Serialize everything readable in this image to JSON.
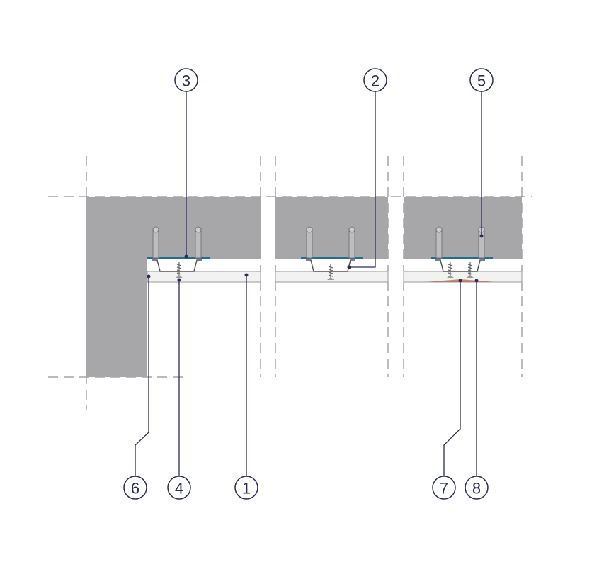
{
  "colors": {
    "concrete": "#a7a7a9",
    "board": "#f0f0f0",
    "strip": "#1f6e9a",
    "leader": "#2b2b5c",
    "dash": "#777777",
    "tape": "#b0603a"
  },
  "callouts": [
    {
      "id": "c1",
      "label": "1"
    },
    {
      "id": "c2",
      "label": "2"
    },
    {
      "id": "c3",
      "label": "3"
    },
    {
      "id": "c4",
      "label": "4"
    },
    {
      "id": "c5",
      "label": "5"
    },
    {
      "id": "c6",
      "label": "6"
    },
    {
      "id": "c7",
      "label": "7"
    },
    {
      "id": "c8",
      "label": "8"
    }
  ]
}
